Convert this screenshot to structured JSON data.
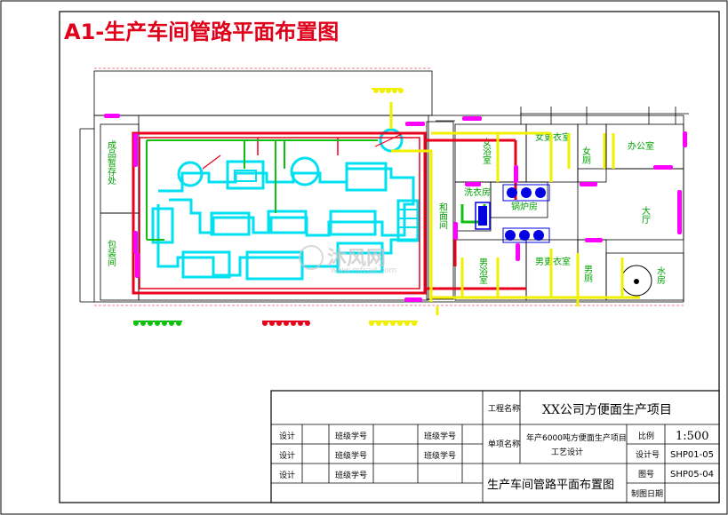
{
  "title": "A1-生产车间管路平面布置图",
  "rooms": {
    "finished_storage": "成品暂存处",
    "packing_room": "包装间",
    "mixing_room": "和面间",
    "women_bath": "女浴室",
    "women_change": "女更衣室",
    "women_toilet": "女厕",
    "office": "办公室",
    "wash_room": "洗衣房",
    "boiler_room": "锅炉房",
    "hall": "大厅",
    "men_bath": "男浴室",
    "men_change": "男更衣室",
    "men_toilet": "男厕",
    "water_room": "水房"
  },
  "title_block": {
    "project_label": "工程名称",
    "project_name": "XX公司方便面生产项目",
    "item_label": "单项名称",
    "item_name_line1": "年产6000吨方便面生产项目",
    "item_name_line2": "工艺设计",
    "scale_label": "比例",
    "scale_value": "1:500",
    "design_no_label": "设计号",
    "design_no_value": "SHP01-05",
    "drawing_no_label": "图号",
    "drawing_no_value": "SHP05-04",
    "date_label": "制图日期",
    "date_value": "",
    "drawing_title": "生产车间管路平面布置图",
    "rows": [
      {
        "role": "设计",
        "class_label": "班级学号",
        "class_label2": "班级学号"
      },
      {
        "role": "设计",
        "class_label": "班级学号",
        "class_label2": "班级学号"
      },
      {
        "role": "设计",
        "class_label": "班级学号",
        "class_label2": ""
      }
    ]
  },
  "watermark": {
    "text": "沐风网",
    "url": "www.mfcad.com"
  },
  "colors": {
    "frame": "#000000",
    "title_red": "#e0001a",
    "steam_red": "#e8001c",
    "water_green": "#10c010",
    "hot_yellow": "#f0f000",
    "equipment_cyan": "#00e0f0",
    "valve_magenta": "#ff00ff",
    "pump_blue": "#0000e0"
  }
}
